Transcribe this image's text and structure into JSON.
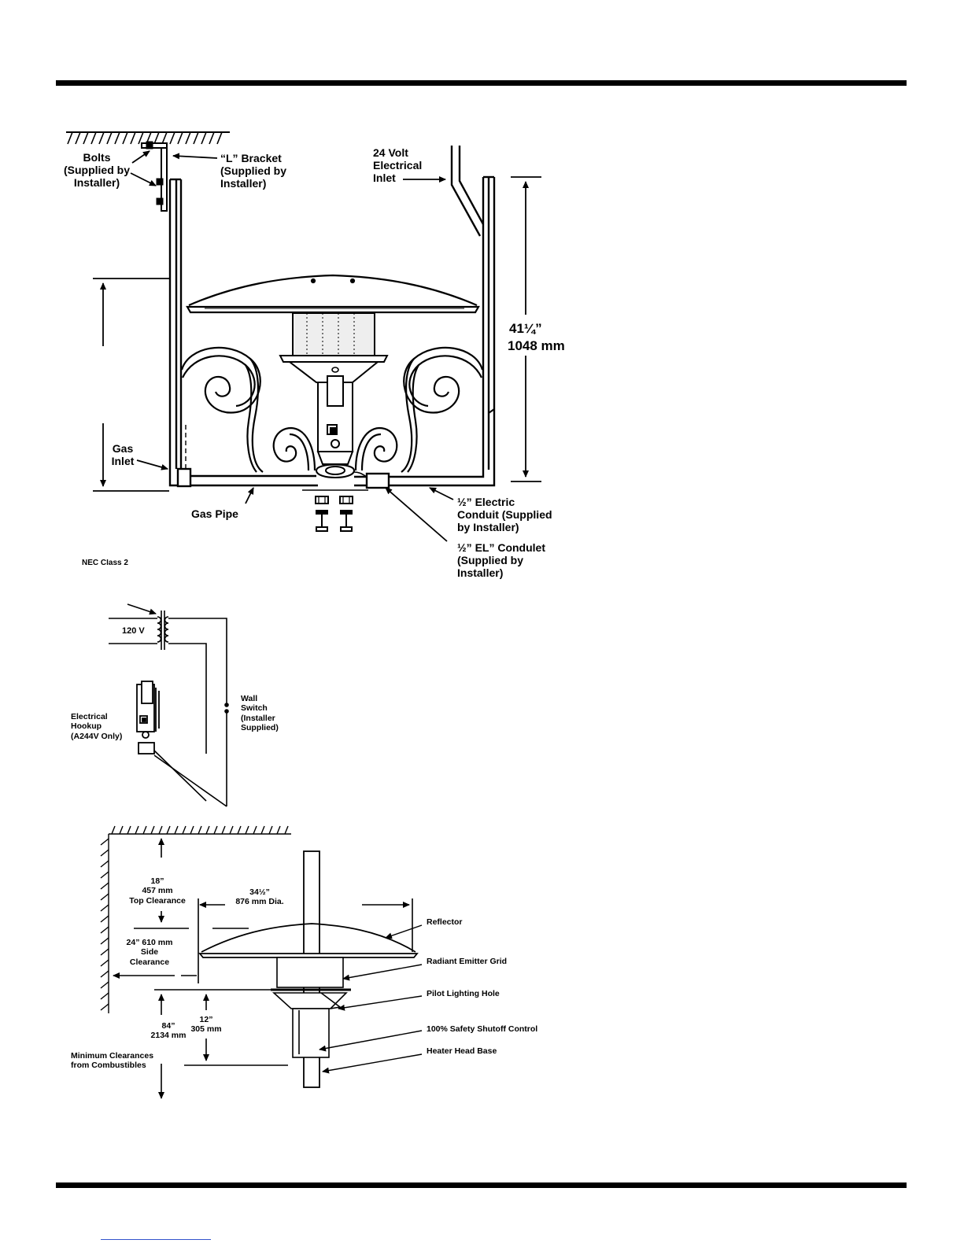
{
  "figure1": {
    "bolts": "Bolts\n(Supplied by\nInstaller)",
    "l_bracket": "“L” Bracket\n(Supplied by\nInstaller)",
    "electrical_inlet": "24 Volt\nElectrical\nInlet",
    "height_in": "41¼”",
    "height_mm": "1048 mm",
    "gas_inlet": "Gas\nInlet",
    "gas_pipe": "Gas Pipe",
    "conduit": "½” Electric\nConduit (Supplied\nby Installer)",
    "condulet": "½” EL” Condulet\n(Supplied by\nInstaller)",
    "nec_class": "NEC Class 2"
  },
  "figure2": {
    "voltage": "120 V",
    "electrical_hookup": "Electrical\nHookup\n(A244V Only)",
    "wall_switch": "Wall\nSwitch\n(Installer\nSupplied)"
  },
  "figure3": {
    "top_clearance": "18”\n457 mm\nTop Clearance",
    "diameter": "34½”\n876 mm Dia.",
    "side_clearance": "24” 610 mm\nSide\nClearance",
    "below": "12”\n305 mm",
    "floor": "84”\n2134 mm",
    "min_clearances": "Minimum Clearances\nfrom Combustibles",
    "reflector": "Reflector",
    "emitter_grid": "Radiant Emitter Grid",
    "pilot_hole": "Pilot Lighting Hole",
    "safety_control": "100% Safety Shutoff Control",
    "head_base": "Heater Head Base"
  }
}
